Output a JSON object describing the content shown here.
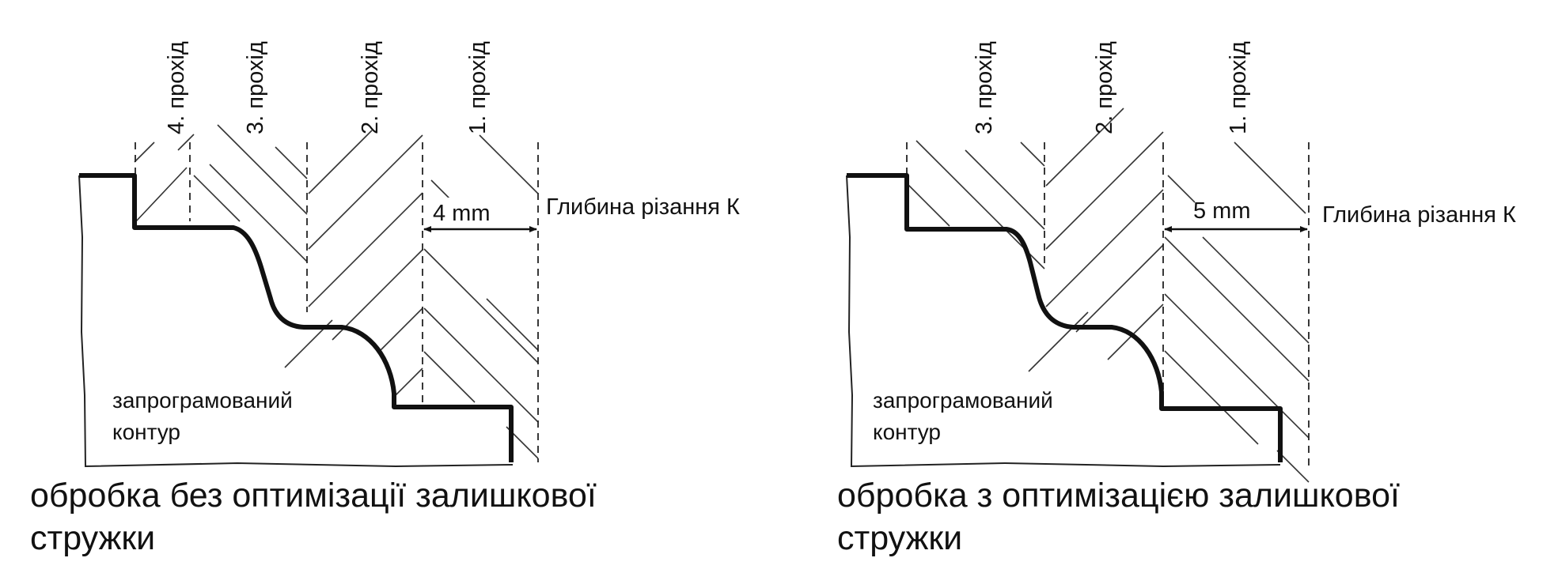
{
  "diagrams": [
    {
      "passes": [
        "4.  прохід",
        "3.  прохід",
        "2.  прохід",
        "1.  прохід"
      ],
      "depth_value": "4  mm",
      "depth_label": "Глибина різання К",
      "contour_label": [
        "запрограмований",
        "контур"
      ],
      "caption": [
        "обробка без оптимізації залишкової",
        "стружки"
      ]
    },
    {
      "passes": [
        "3.  прохід",
        "2.  прохід",
        "1.  прохід"
      ],
      "depth_value": "5  mm",
      "depth_label": "Глибина різання К",
      "contour_label": [
        "запрограмований",
        "контур"
      ],
      "caption": [
        "обробка з оптимізацією залишкової",
        "стружки"
      ]
    }
  ]
}
